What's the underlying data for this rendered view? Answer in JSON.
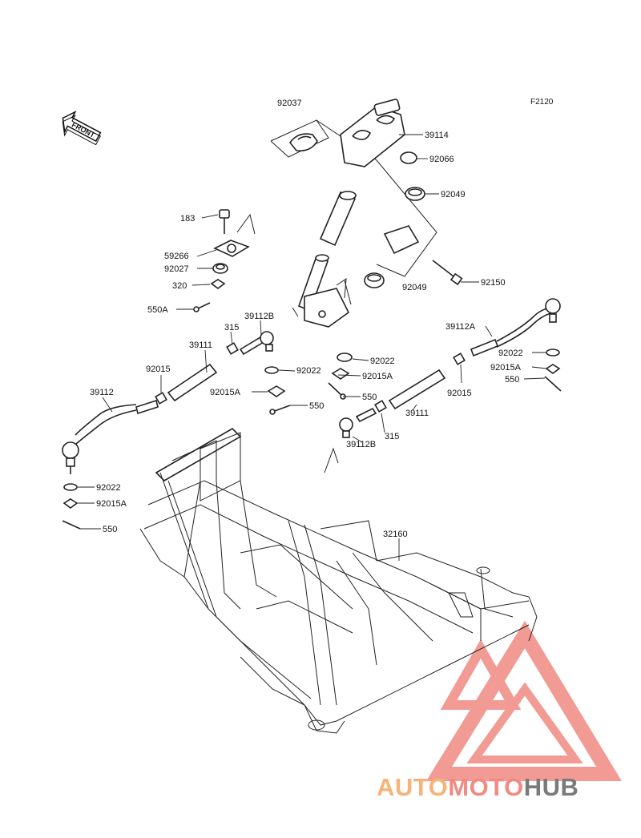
{
  "diagram": {
    "code": "F2120",
    "front_badge": "FRONT",
    "labels": {
      "p92037": "92037",
      "p39114": "39114",
      "p92066": "92066",
      "p92049a": "92049",
      "p92049b": "92049",
      "p92150": "92150",
      "p183": "183",
      "p59266": "59266",
      "p92027": "92027",
      "p320": "320",
      "p550A": "550A",
      "p39112B_top": "39112B",
      "p315_top": "315",
      "p39111_left": "39111",
      "p92015_left": "92015",
      "p39112": "39112",
      "p92022_center": "92022",
      "p92022_upper": "92022",
      "p92015A_center": "92015A",
      "p92015A_left": "92015A",
      "p550_center": "550",
      "p550_lower": "550",
      "p39112A": "39112A",
      "p92022_right": "92022",
      "p92015A_right": "92015A",
      "p550_right": "550",
      "p92015_right": "92015",
      "p39111_right": "39111",
      "p315_bottom": "315",
      "p39112B_bottom": "39112B",
      "p92022_left": "92022",
      "p92015A_bottomleft": "92015A",
      "p550_bottomleft": "550",
      "p32160": "32160"
    }
  },
  "watermark": {
    "part1": "AUTO",
    "part2": "MOTO",
    "part3": "HUB",
    "color_auto": "#f6b37a",
    "color_moto": "#f08a82",
    "color_hub": "#7a7a7a",
    "logo_color": "#f08a82"
  }
}
